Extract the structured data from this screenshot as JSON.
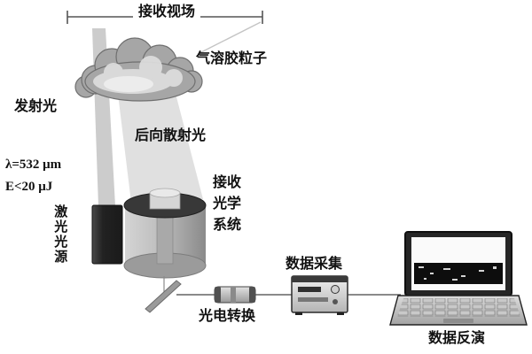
{
  "labels": {
    "fov": "接收视场",
    "aerosol": "气溶胶粒子",
    "emitted_light": "发射光",
    "backscatter": "后向散射光",
    "wavelength": "λ=532 μm",
    "energy": "E<20 μJ",
    "laser_source": "激光光源",
    "receiver_optics": "接收光学系统",
    "photoelectric": "光电转换",
    "data_acquisition": "数据采集",
    "data_inversion": "数据反演"
  },
  "colors": {
    "beam": "#c6c6c6",
    "cone": "#dadada",
    "cloud": "#a6a6a6",
    "laser_box_dark": "#2a2a2a",
    "screen_band": "#0d0d0d",
    "connector_line": "#444444"
  }
}
